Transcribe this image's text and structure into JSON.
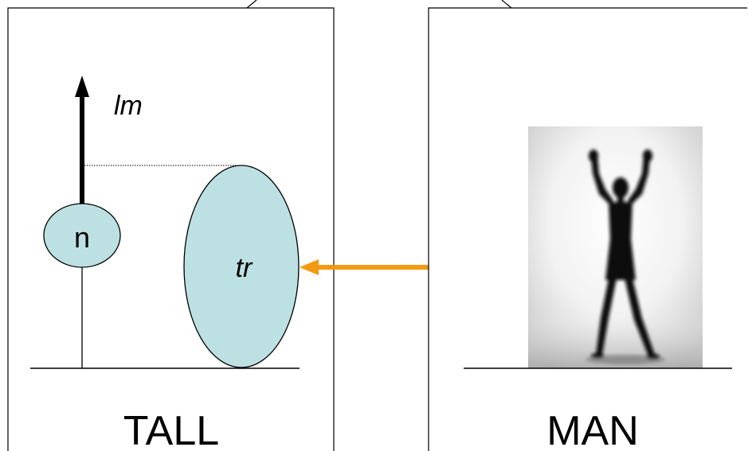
{
  "left_panel": {
    "caption": "TALL",
    "landmark_label": "lm",
    "node_label": "n",
    "trajector_label": "tr"
  },
  "right_panel": {
    "caption": "MAN",
    "image_subject": "silhouette of a man standing with both arms raised"
  },
  "colors": {
    "ellipse_fill": "#bde0e3",
    "arrow": "#f39a12",
    "stroke": "#000000",
    "background": "#ffffff"
  }
}
